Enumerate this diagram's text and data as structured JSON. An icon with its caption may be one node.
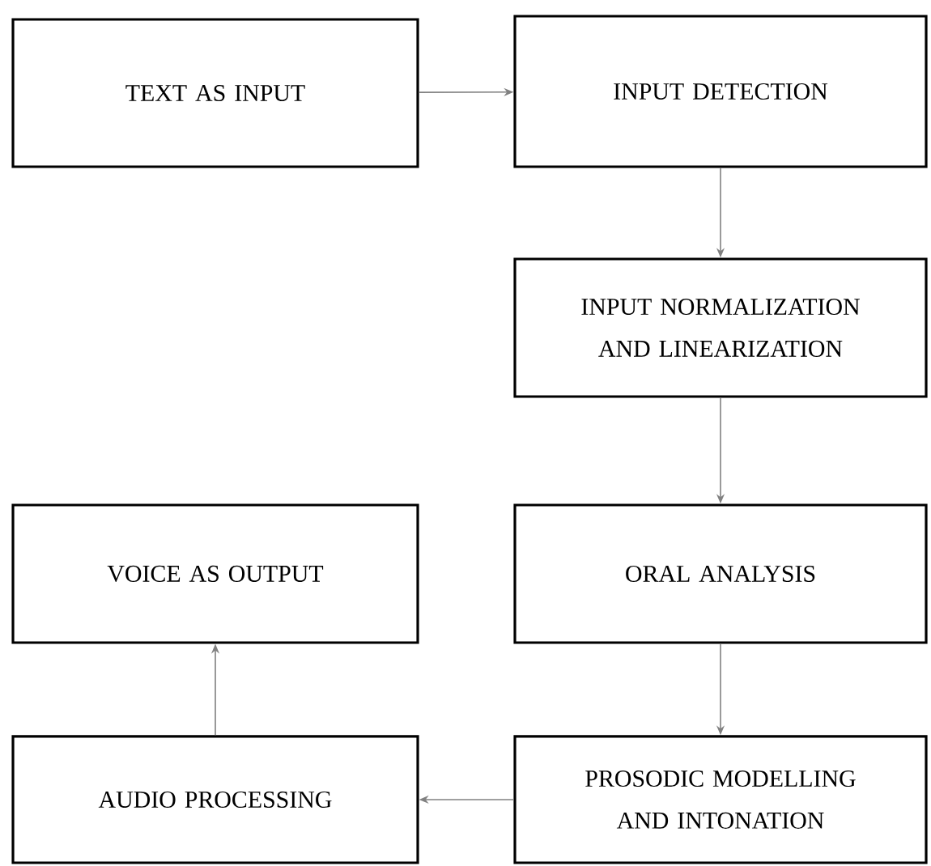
{
  "diagram": {
    "nodes": [
      {
        "text": [
          "TEXT AS INPUT"
        ]
      },
      {
        "text": [
          "INPUT DETECTION"
        ]
      },
      {
        "text": [
          "INPUT NORMALIZATION AND LINEARIZATION"
        ]
      },
      {
        "text": [
          "ORAL ANALYSIS"
        ]
      },
      {
        "text": [
          "VOICE AS OUTPUT"
        ]
      },
      {
        "text": [
          "PROSODIC MODELLING AND INTONATION"
        ]
      },
      {
        "text": [
          "AUDIO PROCESSING"
        ]
      }
    ],
    "edges": [
      {
        "from": 0,
        "to": 1,
        "arrow": "to"
      },
      {
        "from": 1,
        "to": 2,
        "arrow": "to"
      },
      {
        "from": 2,
        "to": 3,
        "arrow": "to"
      },
      {
        "from": 3,
        "to": 5,
        "arrow": "to"
      },
      {
        "from": 5,
        "to": 6,
        "arrow": "to"
      },
      {
        "from": 6,
        "to": 4,
        "arrow": "to"
      }
    ]
  }
}
